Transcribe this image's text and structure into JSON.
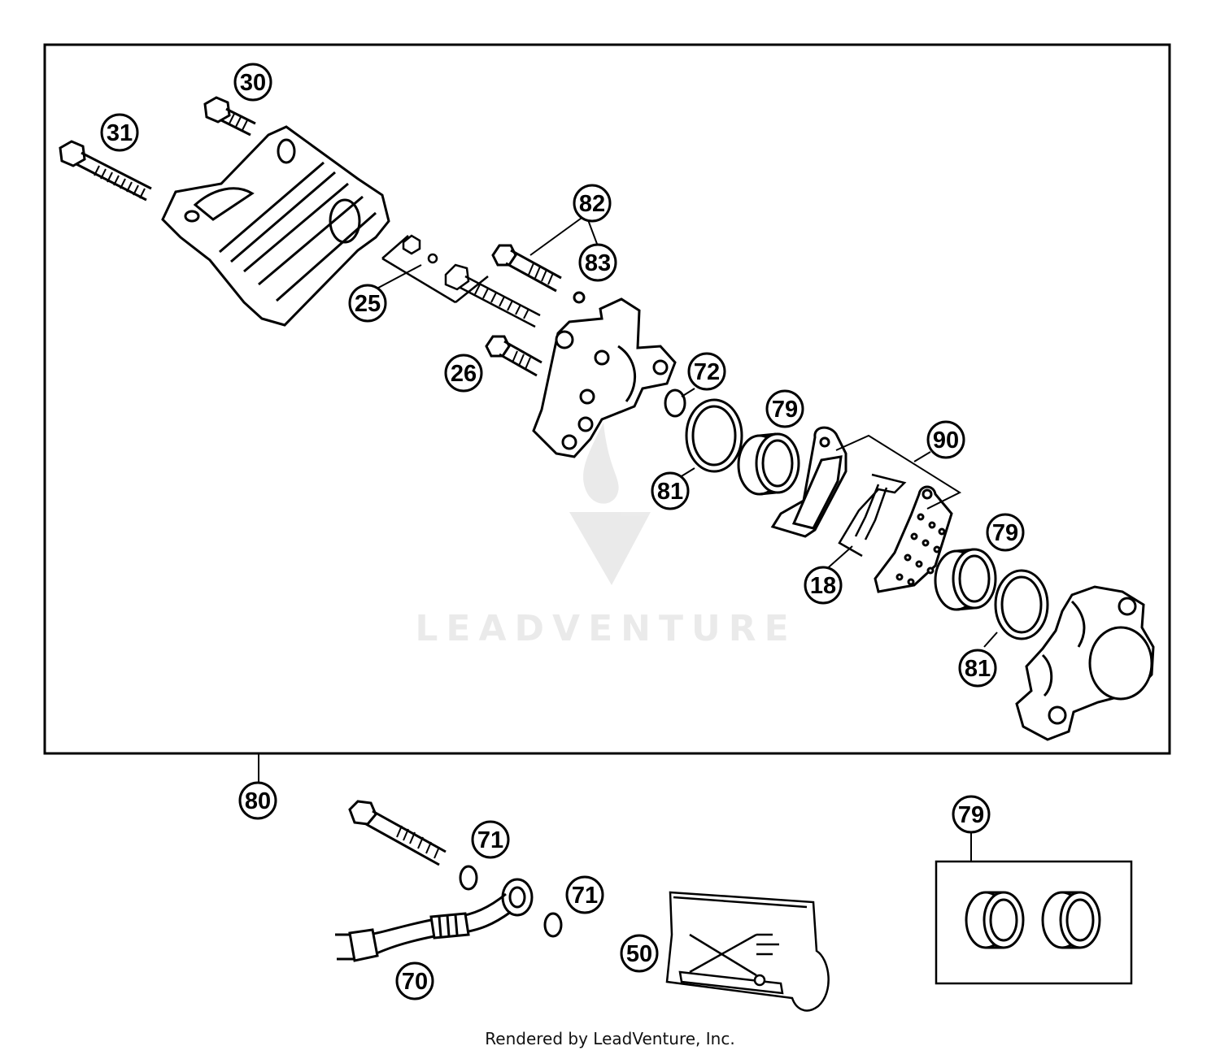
{
  "callouts": {
    "c30": "30",
    "c31": "31",
    "c82": "82",
    "c83": "83",
    "c25": "25",
    "c26": "26",
    "c72": "72",
    "c79a": "79",
    "c90": "90",
    "c81a": "81",
    "c18": "18",
    "c79b": "79",
    "c81b": "81",
    "c80": "80",
    "c71a": "71",
    "c71b": "71",
    "c50": "50",
    "c70": "70",
    "c79c": "79"
  },
  "watermark": "LEADVENTURE",
  "footer": "Rendered by LeadVenture, Inc."
}
